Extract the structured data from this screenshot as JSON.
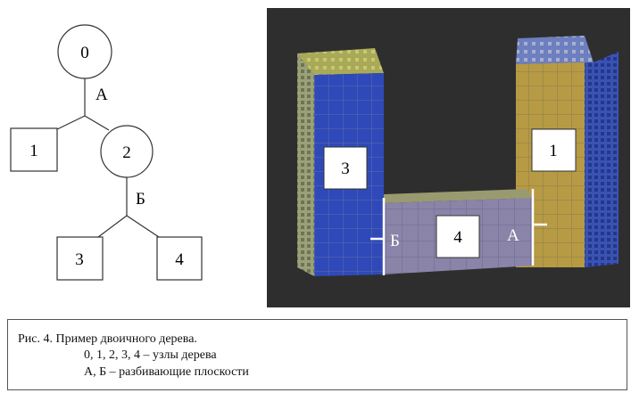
{
  "tree": {
    "nodes": {
      "n0": "0",
      "n1": "1",
      "n2": "2",
      "n3": "3",
      "n4": "4"
    },
    "split_labels": {
      "a": "А",
      "b": "Б"
    }
  },
  "scene": {
    "block_labels": {
      "b1": "1",
      "b3": "3",
      "b4": "4"
    },
    "plane_labels": {
      "a": "А",
      "b": "Б"
    },
    "colors": {
      "background": "#2e2e2e",
      "blue": "#2f49b8",
      "olive": "#b79a44",
      "lavender": "#8a84a8",
      "top_olive": "#a9a95a",
      "top_blue": "#6d7fc0"
    }
  },
  "caption": {
    "line1": "Рис. 4. Пример двоичного дерева.",
    "line2": "0, 1, 2, 3, 4 – узлы дерева",
    "line3": "А, Б – разбивающие плоскости"
  }
}
